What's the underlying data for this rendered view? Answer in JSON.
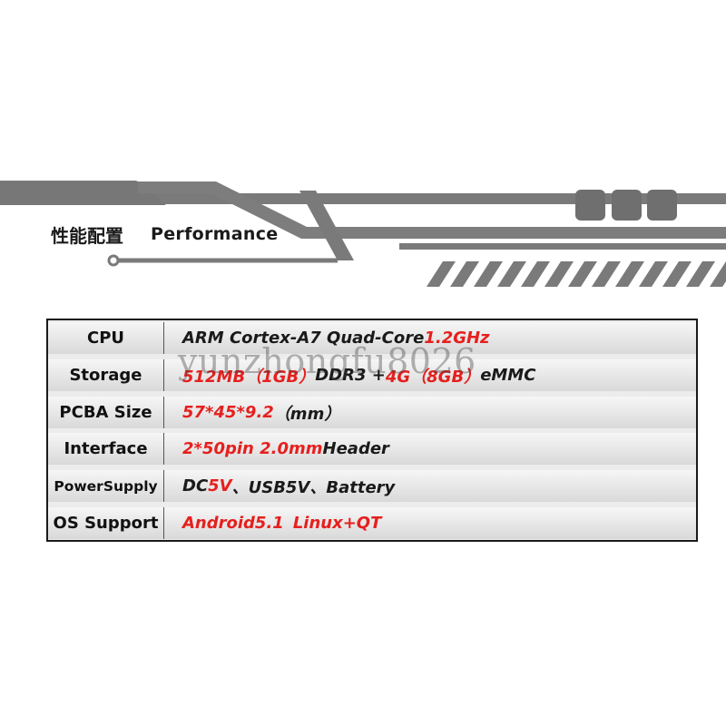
{
  "heading": {
    "cn": "性能配置",
    "en": "Performance"
  },
  "specs": [
    {
      "label": "CPU",
      "parts": [
        {
          "text": "ARM Cortex-A7 Quad-Core ",
          "c": "k"
        },
        {
          "text": "1.2GHz",
          "c": "r"
        }
      ]
    },
    {
      "label": "Storage",
      "parts": [
        {
          "text": "512MB（1GB）",
          "c": "r"
        },
        {
          "text": "DDR3 + ",
          "c": "k"
        },
        {
          "text": "4G（8GB）",
          "c": "r"
        },
        {
          "text": "eMMC",
          "c": "k"
        }
      ]
    },
    {
      "label": "PCBA Size",
      "parts": [
        {
          "text": "57*45*9.2",
          "c": "r"
        },
        {
          "text": "（mm）",
          "c": "k"
        }
      ]
    },
    {
      "label": "Interface",
      "parts": [
        {
          "text": "2*50pin 2.0mm",
          "c": "r"
        },
        {
          "text": " Header",
          "c": "k"
        }
      ]
    },
    {
      "label": "PowerSupply",
      "parts": [
        {
          "text": "DC",
          "c": "k"
        },
        {
          "text": "5V",
          "c": "r"
        },
        {
          "text": "、USB5V、Battery",
          "c": "k"
        }
      ]
    },
    {
      "label": "OS Support",
      "parts": [
        {
          "text": "Android5.1",
          "c": "r"
        },
        {
          "text": "  ",
          "c": "gap"
        },
        {
          "text": "Linux+QT",
          "c": "r"
        }
      ]
    }
  ],
  "watermark": "yunzhongfu8026"
}
